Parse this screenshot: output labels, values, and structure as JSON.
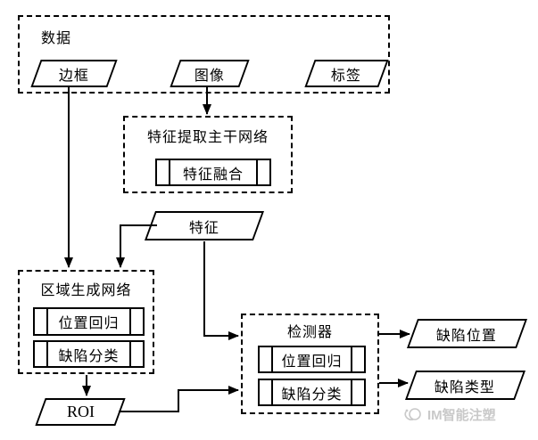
{
  "colors": {
    "line": "#000000",
    "background": "#ffffff",
    "watermark": "#c9c9c9"
  },
  "diagram": {
    "data_group": {
      "title": "数据",
      "items": [
        {
          "label": "边框"
        },
        {
          "label": "图像"
        },
        {
          "label": "标签"
        }
      ]
    },
    "backbone": {
      "title": "特征提取主干网络",
      "fusion_label": "特征融合"
    },
    "feature_label": "特征",
    "rpn": {
      "title": "区域生成网络",
      "regression_label": "位置回归",
      "classification_label": "缺陷分类"
    },
    "detector": {
      "title": "检测器",
      "regression_label": "位置回归",
      "classification_label": "缺陷分类"
    },
    "roi_label": "ROI",
    "outputs": [
      {
        "label": "缺陷位置"
      },
      {
        "label": "缺陷类型"
      }
    ]
  },
  "watermark": {
    "text": "IM智能注塑"
  }
}
